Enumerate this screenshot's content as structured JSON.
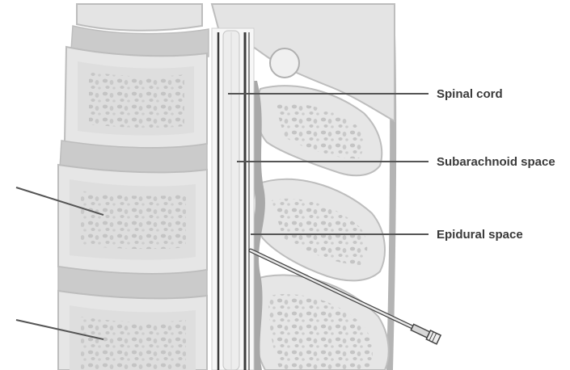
{
  "labels": {
    "spinal_cord": "Spinal cord",
    "subarachnoid_space": "Subarachnoid space",
    "epidural_space": "Epidural space"
  },
  "colors": {
    "background": "#ffffff",
    "bone_fill": "#e5e5e5",
    "bone_outline": "#bdbdbd",
    "marrow_dots": "#bfbfbf",
    "disc_fill": "#cfcfcf",
    "ligament": "#aaaaaa",
    "dura": "#3c3c3c",
    "cord_fill": "#f2f2f2",
    "label_text": "#3a3a3a",
    "leader_line": "#555555"
  },
  "icons": {
    "needle": "epidural-needle-catheter"
  }
}
